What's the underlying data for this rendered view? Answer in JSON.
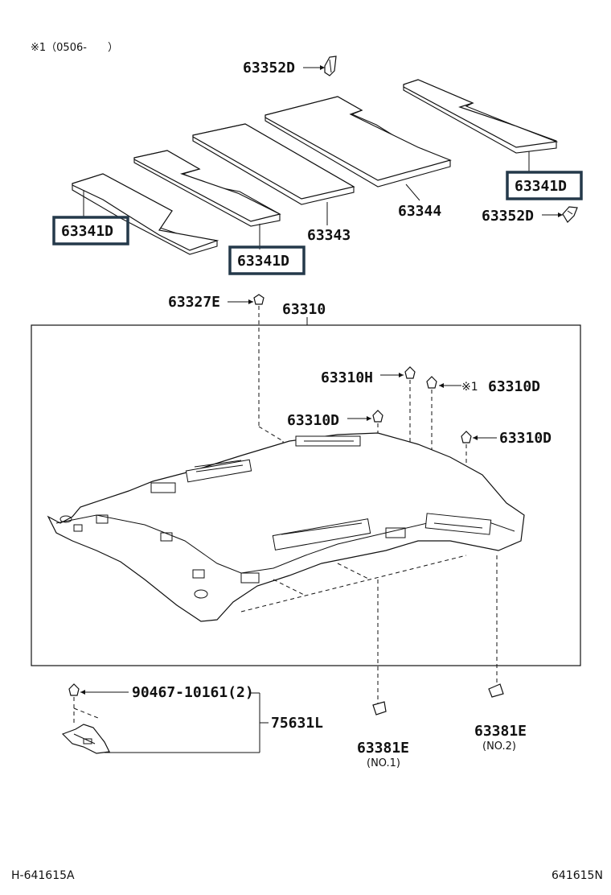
{
  "note": "※1（0506-　　）",
  "diagram_code_left": "H-641615A",
  "diagram_code_right": "641615N",
  "labels": {
    "p63352D_top": "63352D",
    "p63352D_right": "63352D",
    "p63341D_left": "63341D",
    "p63341D_mid": "63341D",
    "p63341D_right": "63341D",
    "p63343": "63343",
    "p63344": "63344",
    "p63327E": "63327E",
    "p63310": "63310",
    "p63310H": "63310H",
    "p63310D_a": "63310D",
    "p63310D_b": "63310D",
    "p63310D_c": "63310D",
    "mark1": "※1",
    "p90467": "90467-10161(2)",
    "p75631L": "75631L",
    "p63381E_1": "63381E",
    "p63381E_1_sub": "(NO.1)",
    "p63381E_2": "63381E",
    "p63381E_2_sub": "(NO.2)"
  },
  "colors": {
    "highlight_box": "#24394a",
    "line": "#111111"
  }
}
